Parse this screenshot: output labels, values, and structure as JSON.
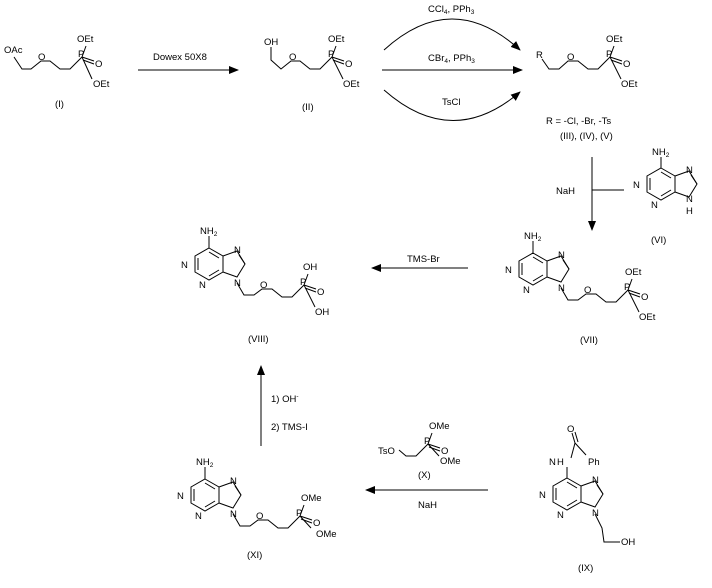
{
  "diagram": {
    "compounds": {
      "I": {
        "label": "(I)",
        "atoms": [
          "OAc",
          "O",
          "P",
          "O",
          "OEt",
          "OEt"
        ]
      },
      "II": {
        "label": "(II)",
        "atoms": [
          "OH",
          "O",
          "P",
          "O",
          "OEt",
          "OEt"
        ]
      },
      "III_V": {
        "label": "(III), (IV), (V)",
        "atoms": [
          "R",
          "O",
          "P",
          "O",
          "OEt",
          "OEt"
        ],
        "r_definition": "R = -Cl, -Br, -Ts"
      },
      "VI": {
        "label": "(VI)",
        "atoms": [
          "NH",
          "2",
          "N",
          "N",
          "N",
          "N",
          "H"
        ]
      },
      "VII": {
        "label": "(VII)",
        "atoms": [
          "NH",
          "2",
          "N",
          "N",
          "N",
          "N",
          "O",
          "P",
          "O",
          "OEt",
          "OEt"
        ]
      },
      "VIII": {
        "label": "(VIII)",
        "atoms": [
          "NH",
          "2",
          "N",
          "N",
          "N",
          "N",
          "O",
          "P",
          "O",
          "OH",
          "OH"
        ]
      },
      "IX": {
        "label": "(IX)",
        "atoms": [
          "O",
          "N",
          "H",
          "Ph",
          "N",
          "N",
          "N",
          "N",
          "OH"
        ]
      },
      "X": {
        "label": "(X)",
        "atoms": [
          "TsO",
          "P",
          "O",
          "OMe",
          "OMe"
        ]
      },
      "XI": {
        "label": "(XI)",
        "atoms": [
          "NH",
          "2",
          "N",
          "N",
          "N",
          "N",
          "O",
          "P",
          "O",
          "OMe",
          "OMe"
        ]
      }
    },
    "reagents": {
      "step1": "Dowex 50X8",
      "step2a_pre": "CCl",
      "step2a_sub": "4",
      "step2a_post": ", PPh",
      "step2a_sub2": "3",
      "step2b_pre": "CBr",
      "step2b_sub": "4",
      "step2b_post": ", PPh",
      "step2b_sub2": "3",
      "step2c": "TsCl",
      "step3": "NaH",
      "step4": "TMS-Br",
      "step5": "NaH",
      "step6a": "1) OH",
      "step6a_sup": "-",
      "step6b": "2) TMS-I"
    }
  }
}
